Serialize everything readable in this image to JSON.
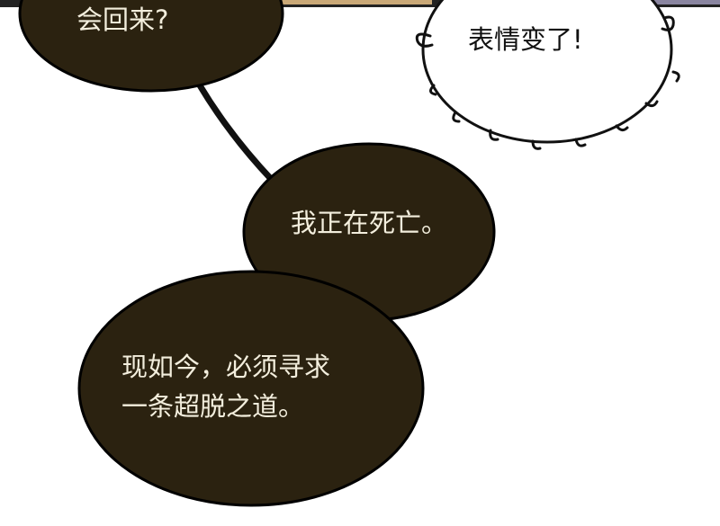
{
  "bubbles": {
    "top_left": "会回来?",
    "shout": "表情变了!",
    "middle": "我正在死亡。",
    "bottom_line1": "现如今，必须寻求",
    "bottom_line2": "一条超脱之道。"
  },
  "colors": {
    "bubble_dark": "#2b2210",
    "text_light": "#f3eedd"
  }
}
